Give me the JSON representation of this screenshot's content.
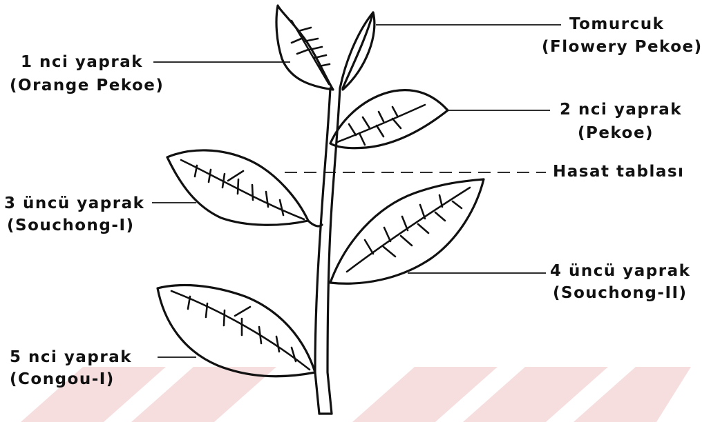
{
  "labels": {
    "bud": {
      "name": "Tomurcuk",
      "grade": "(Flowery Pekoe)"
    },
    "leaf1": {
      "name": "1 nci yaprak",
      "grade": "(Orange Pekoe)"
    },
    "leaf2": {
      "name": "2 nci yaprak",
      "grade": "(Pekoe)"
    },
    "harvest": {
      "name": "Hasat tablası"
    },
    "leaf3": {
      "name": "3 üncü yaprak",
      "grade": "(Souchong-I)"
    },
    "leaf4": {
      "name": "4 üncü yaprak",
      "grade": "(Souchong-II)"
    },
    "leaf5": {
      "name": "5 nci yaprak",
      "grade": "(Congou-I)"
    }
  },
  "colors": {
    "ink": "#111111",
    "watermark": "#f7dede",
    "background": "#ffffff"
  }
}
